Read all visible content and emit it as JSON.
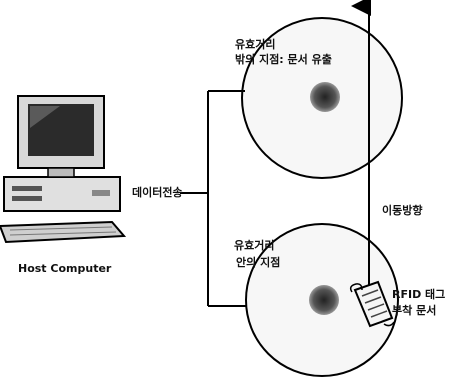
{
  "labels": {
    "outer_zone_line1": "유효거리",
    "outer_zone_line2": "밖의 지점: 문서 유출",
    "inner_zone_line1": "유효거리",
    "inner_zone_line2": "안의 지점",
    "data_transfer": "데이터전송",
    "host": "Host Computer",
    "direction": "이동방향",
    "rfid_line1": "RFID 태그",
    "rfid_line2": "부착 문서"
  }
}
